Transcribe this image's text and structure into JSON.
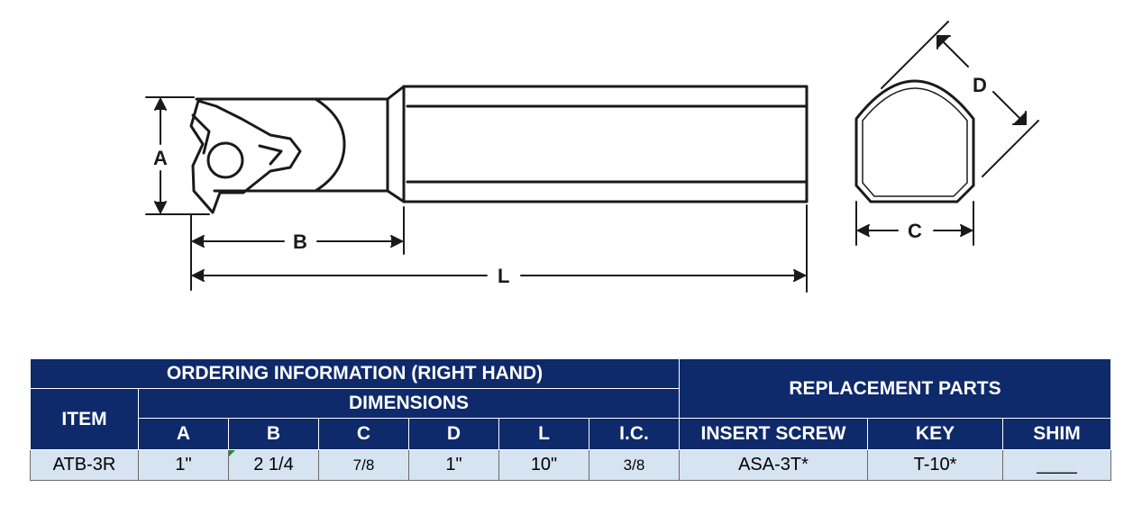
{
  "diagram": {
    "labels": {
      "a": "A",
      "b": "B",
      "l": "L",
      "c": "C",
      "d": "D"
    }
  },
  "table": {
    "title": "ORDERING INFORMATION (RIGHT HAND)",
    "replacement_header": "REPLACEMENT PARTS",
    "item_header": "ITEM",
    "dimensions_header": "DIMENSIONS",
    "columns": [
      "A",
      "B",
      "C",
      "D",
      "L",
      "I.C.",
      "INSERT SCREW",
      "KEY",
      "SHIM"
    ],
    "row": {
      "item": "ATB-3R",
      "a": "1\"",
      "b": "2 1/4",
      "c": "7/8",
      "d": "1\"",
      "l": "10\"",
      "ic": "3/8",
      "insert_screw": "ASA-3T*",
      "key": "T-10*",
      "shim": "____"
    }
  },
  "colors": {
    "header": "#0e2a6b",
    "row": "#d6e3f1"
  }
}
